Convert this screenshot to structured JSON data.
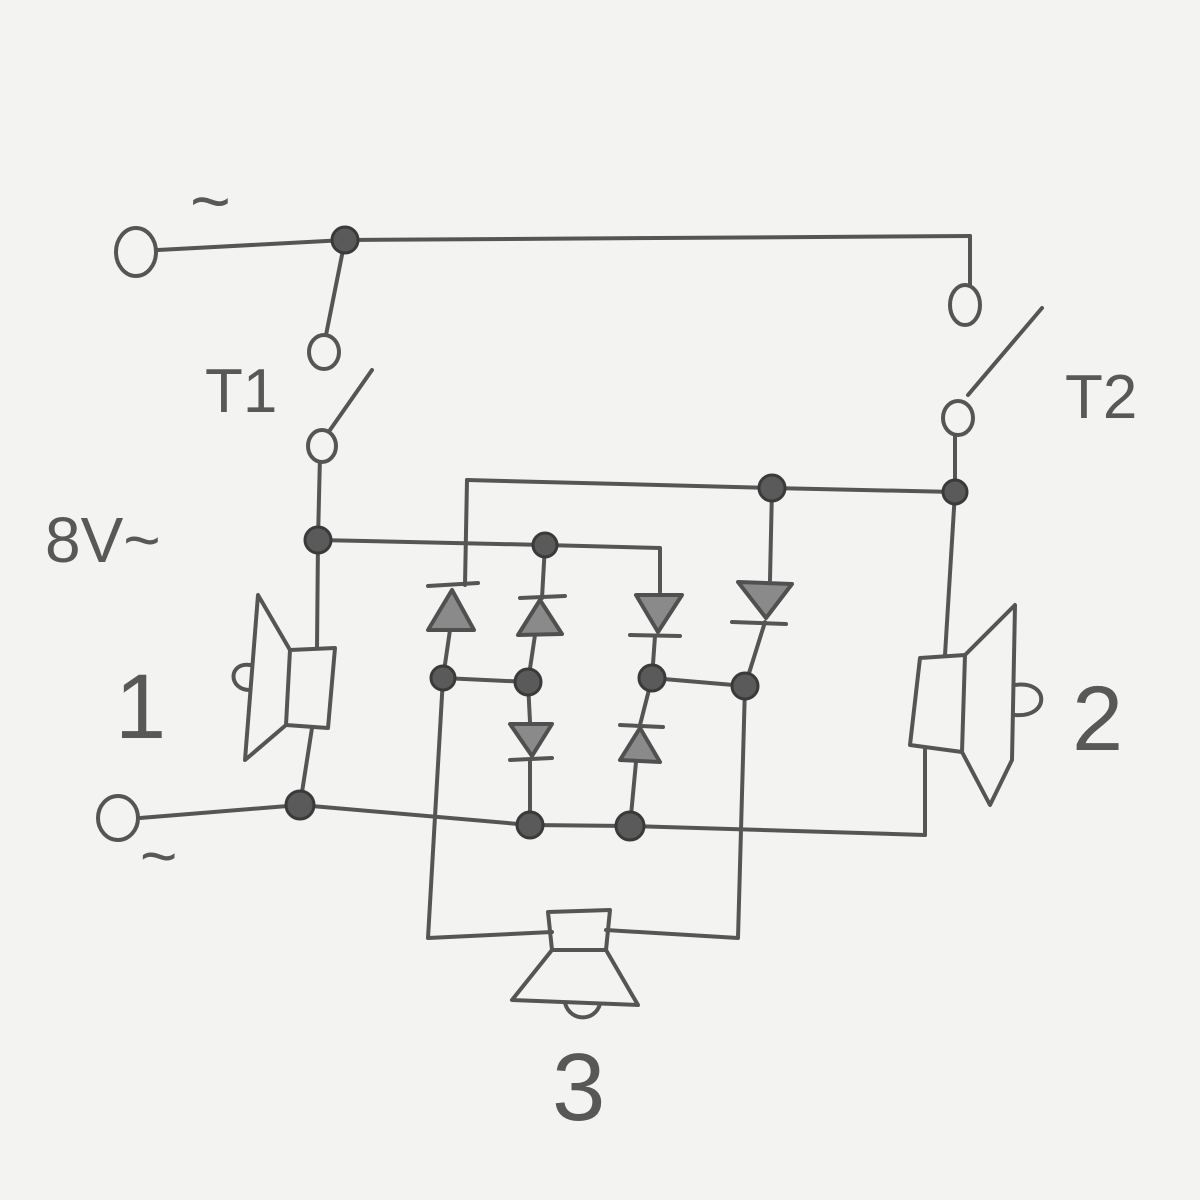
{
  "labels": {
    "ac_top": "~",
    "ac_bottom": "~",
    "switch_1": "T1",
    "switch_2": "T2",
    "supply": "8V~",
    "speaker_1": "1",
    "speaker_2": "2",
    "speaker_3": "3"
  }
}
